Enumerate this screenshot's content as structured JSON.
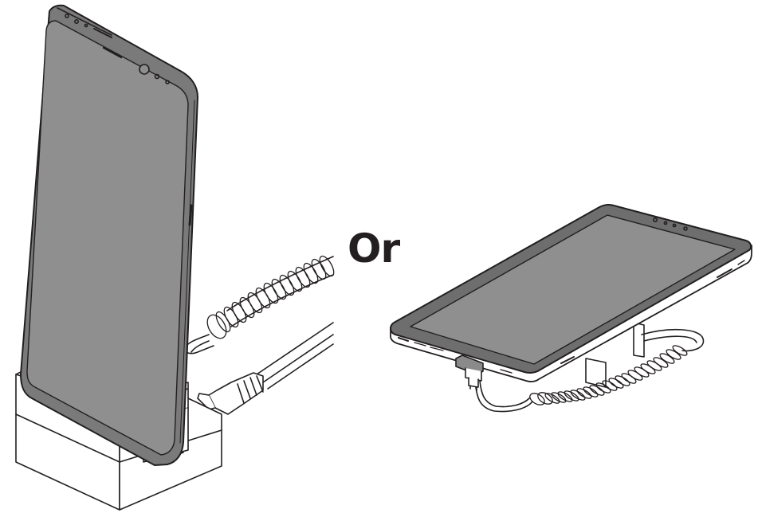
{
  "separator_text": "Or",
  "colors": {
    "outline": "#231f20",
    "screen_fill": "#8f8f8f",
    "bezel_fill": "#6e6e6e",
    "body_fill": "#ffffff"
  },
  "objects": [
    {
      "name": "smartphone-in-charging-dock",
      "icon": "phone-dock-illustration"
    },
    {
      "name": "tablet-on-security-stand",
      "icon": "tablet-stand-illustration"
    }
  ]
}
